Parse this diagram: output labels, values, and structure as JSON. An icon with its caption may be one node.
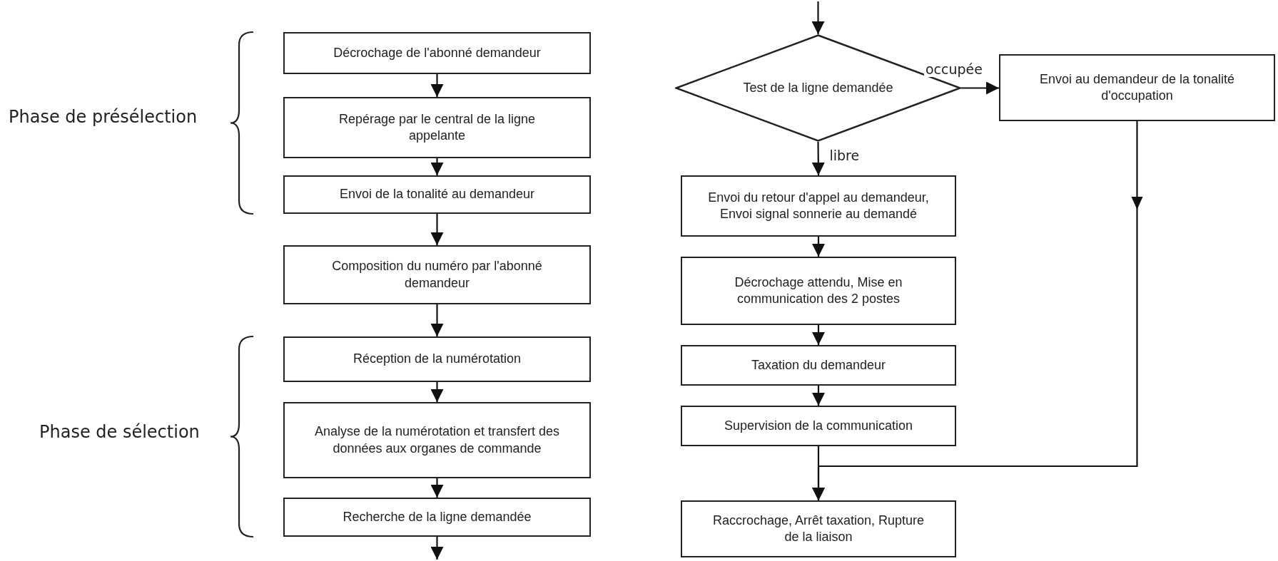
{
  "diagram": {
    "nodes": [
      {
        "text": [
          "Décrochage de l'abonné demandeur"
        ]
      },
      {
        "text": [
          "Repérage par le central de la ligne appelante"
        ]
      },
      {
        "text": [
          "Envoi de la tonalité au demandeur"
        ]
      },
      {
        "text": [
          "Composition du numéro par l'abonné demandeur"
        ]
      },
      {
        "text": [
          "Réception de la numérotation"
        ]
      },
      {
        "text": [
          "Analyse de la numérotation et transfert des données aux organes de commande"
        ]
      },
      {
        "text": [
          "Recherche de la ligne demandée"
        ]
      },
      {
        "text": [
          "Test de la ligne demandée"
        ]
      },
      {
        "text": [
          "Envoi au demandeur de la tonalité d'occupation"
        ]
      },
      {
        "text": [
          "Envoi du retour d'appel au demandeur, Envoi signal sonnerie au demandé"
        ]
      },
      {
        "text": [
          "Décrochage attendu, Mise en communication des 2 postes"
        ]
      },
      {
        "text": [
          "Taxation du demandeur"
        ]
      },
      {
        "text": [
          "Supervision de la communication"
        ]
      },
      {
        "text": [
          "Raccrochage, Arrêt taxation, Rupture de la liaison"
        ]
      }
    ],
    "edges": [
      {
        "from": 0,
        "to": 1,
        "arrow": "to"
      },
      {
        "from": 1,
        "to": 2,
        "arrow": "to"
      },
      {
        "from": 2,
        "to": 3,
        "arrow": "to"
      },
      {
        "from": 3,
        "to": 4,
        "arrow": "to"
      },
      {
        "from": 4,
        "to": 5,
        "arrow": "to"
      },
      {
        "from": 5,
        "to": 6,
        "arrow": "to"
      },
      {
        "from": 6,
        "to": null,
        "arrow": "to"
      },
      {
        "from": null,
        "to": 7,
        "arrow": "to"
      },
      {
        "from": 7,
        "to": 8,
        "arrow": "to",
        "label": "occupée"
      },
      {
        "from": 7,
        "to": 9,
        "arrow": "to",
        "label": "libre"
      },
      {
        "from": 9,
        "to": 10,
        "arrow": "to"
      },
      {
        "from": 10,
        "to": 11,
        "arrow": "to"
      },
      {
        "from": 11,
        "to": 12,
        "arrow": "to"
      },
      {
        "from": 12,
        "to": 13,
        "arrow": "to"
      },
      {
        "from": 8,
        "to": 13,
        "arrow": "to"
      }
    ],
    "labels": [
      "Phase de présélection",
      "Phase de sélection"
    ]
  }
}
